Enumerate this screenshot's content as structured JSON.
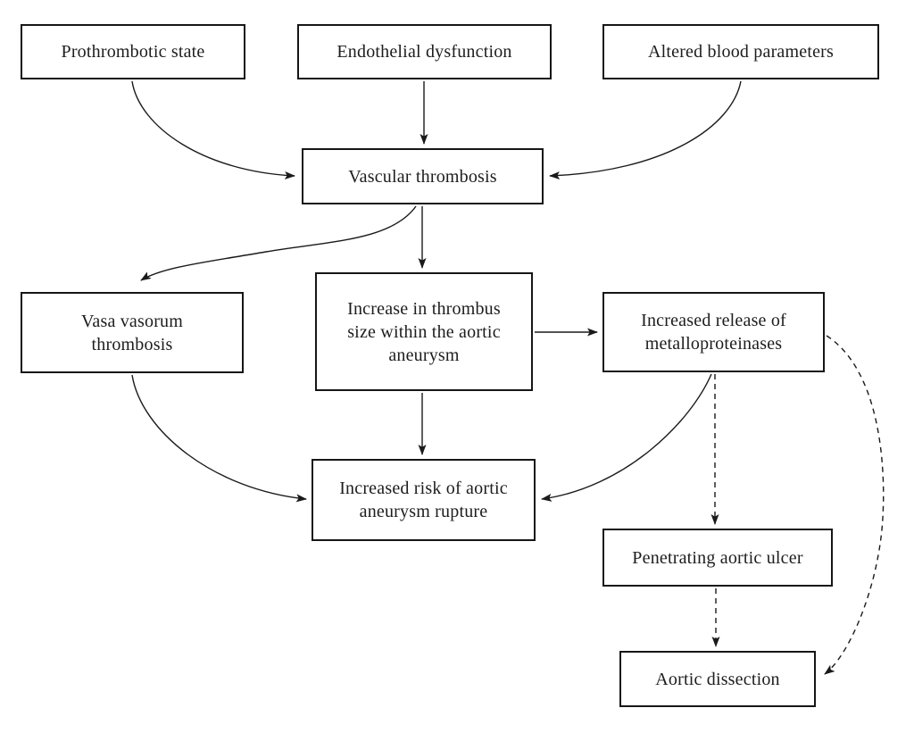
{
  "diagram": {
    "type": "flowchart",
    "background_color": "#ffffff",
    "line_color": "#1a1a1a",
    "box_fill": "#ffffff",
    "box_border_color": "#161616"
  },
  "nodes": {
    "prothrombotic": {
      "label": "Prothrombotic state"
    },
    "endothelial": {
      "label": "Endothelial dysfunction"
    },
    "altered": {
      "label": "Altered blood parameters"
    },
    "vascular": {
      "label": "Vascular thrombosis"
    },
    "vasa": {
      "label": "Vasa vasorum\nthrombosis"
    },
    "thrombus": {
      "label": "Increase in thrombus\nsize within the aortic\naneurysm"
    },
    "metallo": {
      "label": "Increased release of\nmetalloproteinases"
    },
    "rupture": {
      "label": "Increased risk of aortic\naneurysm rupture"
    },
    "ulcer": {
      "label": "Penetrating aortic ulcer"
    },
    "dissection": {
      "label": "Aortic dissection"
    }
  },
  "edges": [
    {
      "from": "prothrombotic",
      "to": "vascular",
      "style": "solid",
      "shape": "curve"
    },
    {
      "from": "endothelial",
      "to": "vascular",
      "style": "solid",
      "shape": "straight"
    },
    {
      "from": "altered",
      "to": "vascular",
      "style": "solid",
      "shape": "curve"
    },
    {
      "from": "vascular",
      "to": "vasa",
      "style": "solid",
      "shape": "curve"
    },
    {
      "from": "vascular",
      "to": "thrombus",
      "style": "solid",
      "shape": "straight"
    },
    {
      "from": "thrombus",
      "to": "metallo",
      "style": "solid",
      "shape": "straight"
    },
    {
      "from": "thrombus",
      "to": "rupture",
      "style": "solid",
      "shape": "straight"
    },
    {
      "from": "vasa",
      "to": "rupture",
      "style": "solid",
      "shape": "curve"
    },
    {
      "from": "metallo",
      "to": "rupture",
      "style": "solid",
      "shape": "curve"
    },
    {
      "from": "metallo",
      "to": "ulcer",
      "style": "dashed",
      "shape": "straight"
    },
    {
      "from": "ulcer",
      "to": "dissection",
      "style": "dashed",
      "shape": "straight"
    },
    {
      "from": "metallo",
      "to": "dissection",
      "style": "dashed",
      "shape": "curve"
    }
  ]
}
